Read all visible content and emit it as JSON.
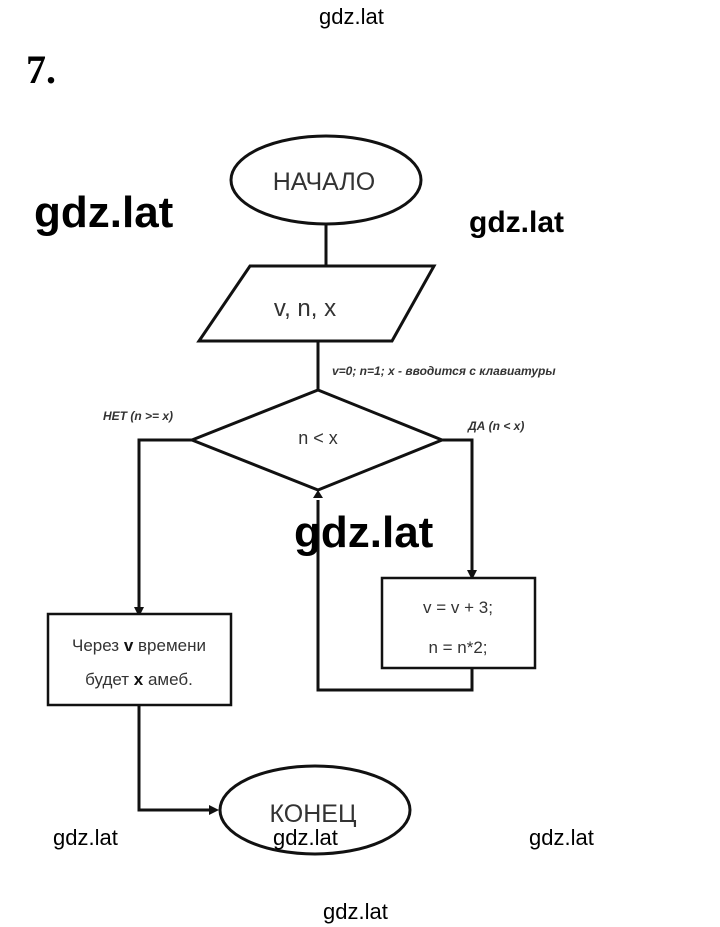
{
  "task_number": "7.",
  "watermarks": {
    "top": "gdz.lat",
    "left_big": "gdz.lat",
    "right_mid": "gdz.lat",
    "center_big": "gdz.lat",
    "bottom_left": "gdz.lat",
    "bottom_center": "gdz.lat",
    "bottom_right": "gdz.lat",
    "footer": "gdz.lat"
  },
  "flowchart": {
    "start": "НАЧАЛО",
    "input": "v, n, x",
    "input_note": "v=0; n=1; x - вводится с клавиатуры",
    "condition": "n < x",
    "no_branch": "НЕТ (n >= x)",
    "yes_branch": "ДА (n < x)",
    "process_line1": "v = v + 3;",
    "process_line2": "n = n*2;",
    "output_line1_a": "Через ",
    "output_line1_b": "v",
    "output_line1_c": " времени",
    "output_line2_a": "будет ",
    "output_line2_b": "x",
    "output_line2_c": " амеб.",
    "end": "КОНЕЦ"
  }
}
